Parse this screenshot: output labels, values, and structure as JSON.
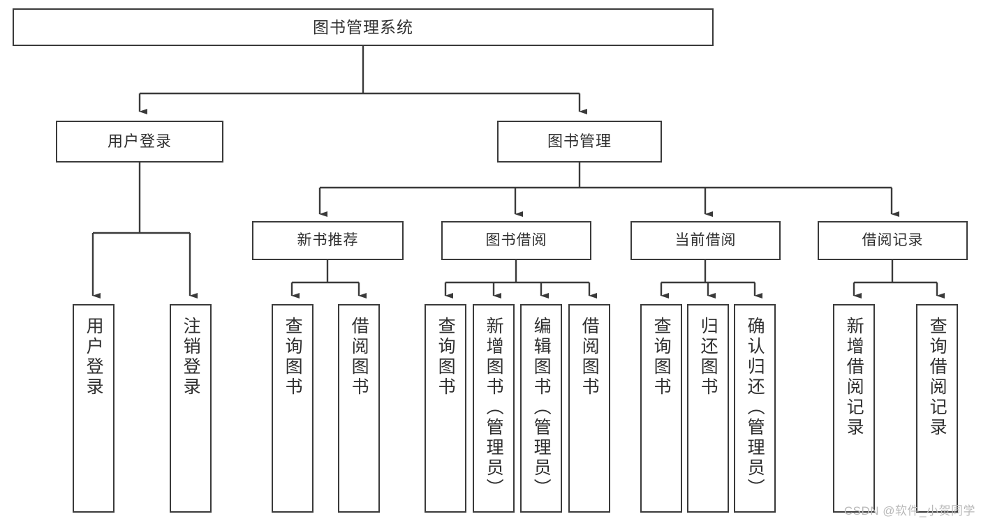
{
  "diagram": {
    "title": "图书管理系统",
    "type": "tree-hierarchy-diagram",
    "root": {
      "label": "图书管理系统"
    },
    "level2": [
      {
        "label": "用户登录"
      },
      {
        "label": "图书管理"
      }
    ],
    "level3": [
      {
        "label": "新书推荐"
      },
      {
        "label": "图书借阅"
      },
      {
        "label": "当前借阅"
      },
      {
        "label": "借阅记录"
      }
    ],
    "leaves": [
      {
        "label": "用户登录"
      },
      {
        "label": "注销登录"
      },
      {
        "label": "查询图书"
      },
      {
        "label": "借阅图书"
      },
      {
        "label": "查询图书"
      },
      {
        "label": "新增图书（管理员）"
      },
      {
        "label": "编辑图书（管理员）"
      },
      {
        "label": "借阅图书"
      },
      {
        "label": "查询图书"
      },
      {
        "label": "归还图书"
      },
      {
        "label": "确认归还（管理员）"
      },
      {
        "label": "新增借阅记录"
      },
      {
        "label": "查询借阅记录"
      }
    ],
    "watermark": "CSDN @软件_小贺同学",
    "colors": {
      "stroke": "#3a3a3a",
      "text": "#2f2f2f",
      "background": "#ffffff",
      "watermark": "#b9b9b9"
    }
  }
}
